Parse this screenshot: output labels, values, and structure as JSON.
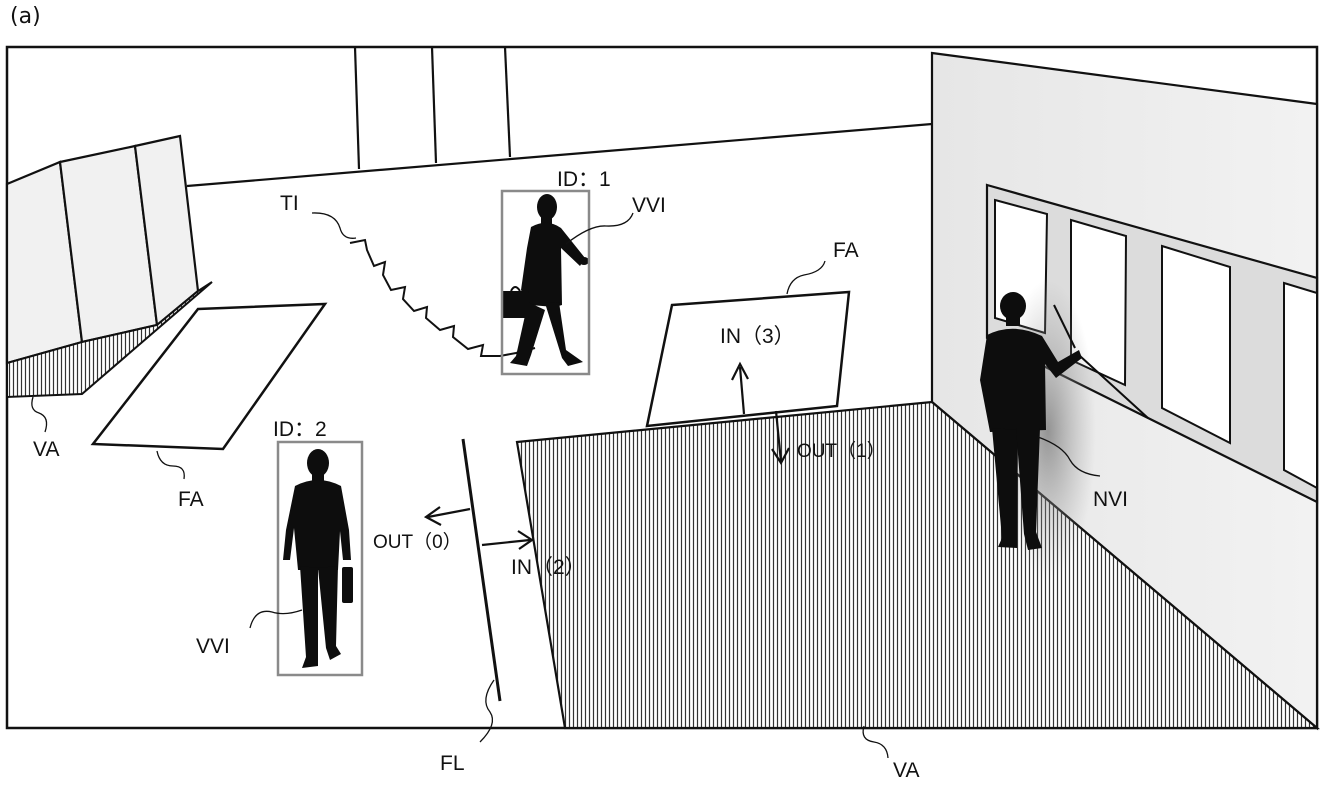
{
  "figure_label": "(a)",
  "labels": {
    "ti": "TI",
    "id1": "ID：1",
    "id2": "ID：2",
    "vvi_top": "VVI",
    "vvi_bottom": "VVI",
    "fa_right": "FA",
    "fa_left": "FA",
    "va_left": "VA",
    "va_bottom": "VA",
    "in3": "IN（3）",
    "out1": "OUT（1）",
    "out0": "OUT（0）",
    "in2": "IN（2）",
    "nvi": "NVI",
    "fl": "FL"
  }
}
